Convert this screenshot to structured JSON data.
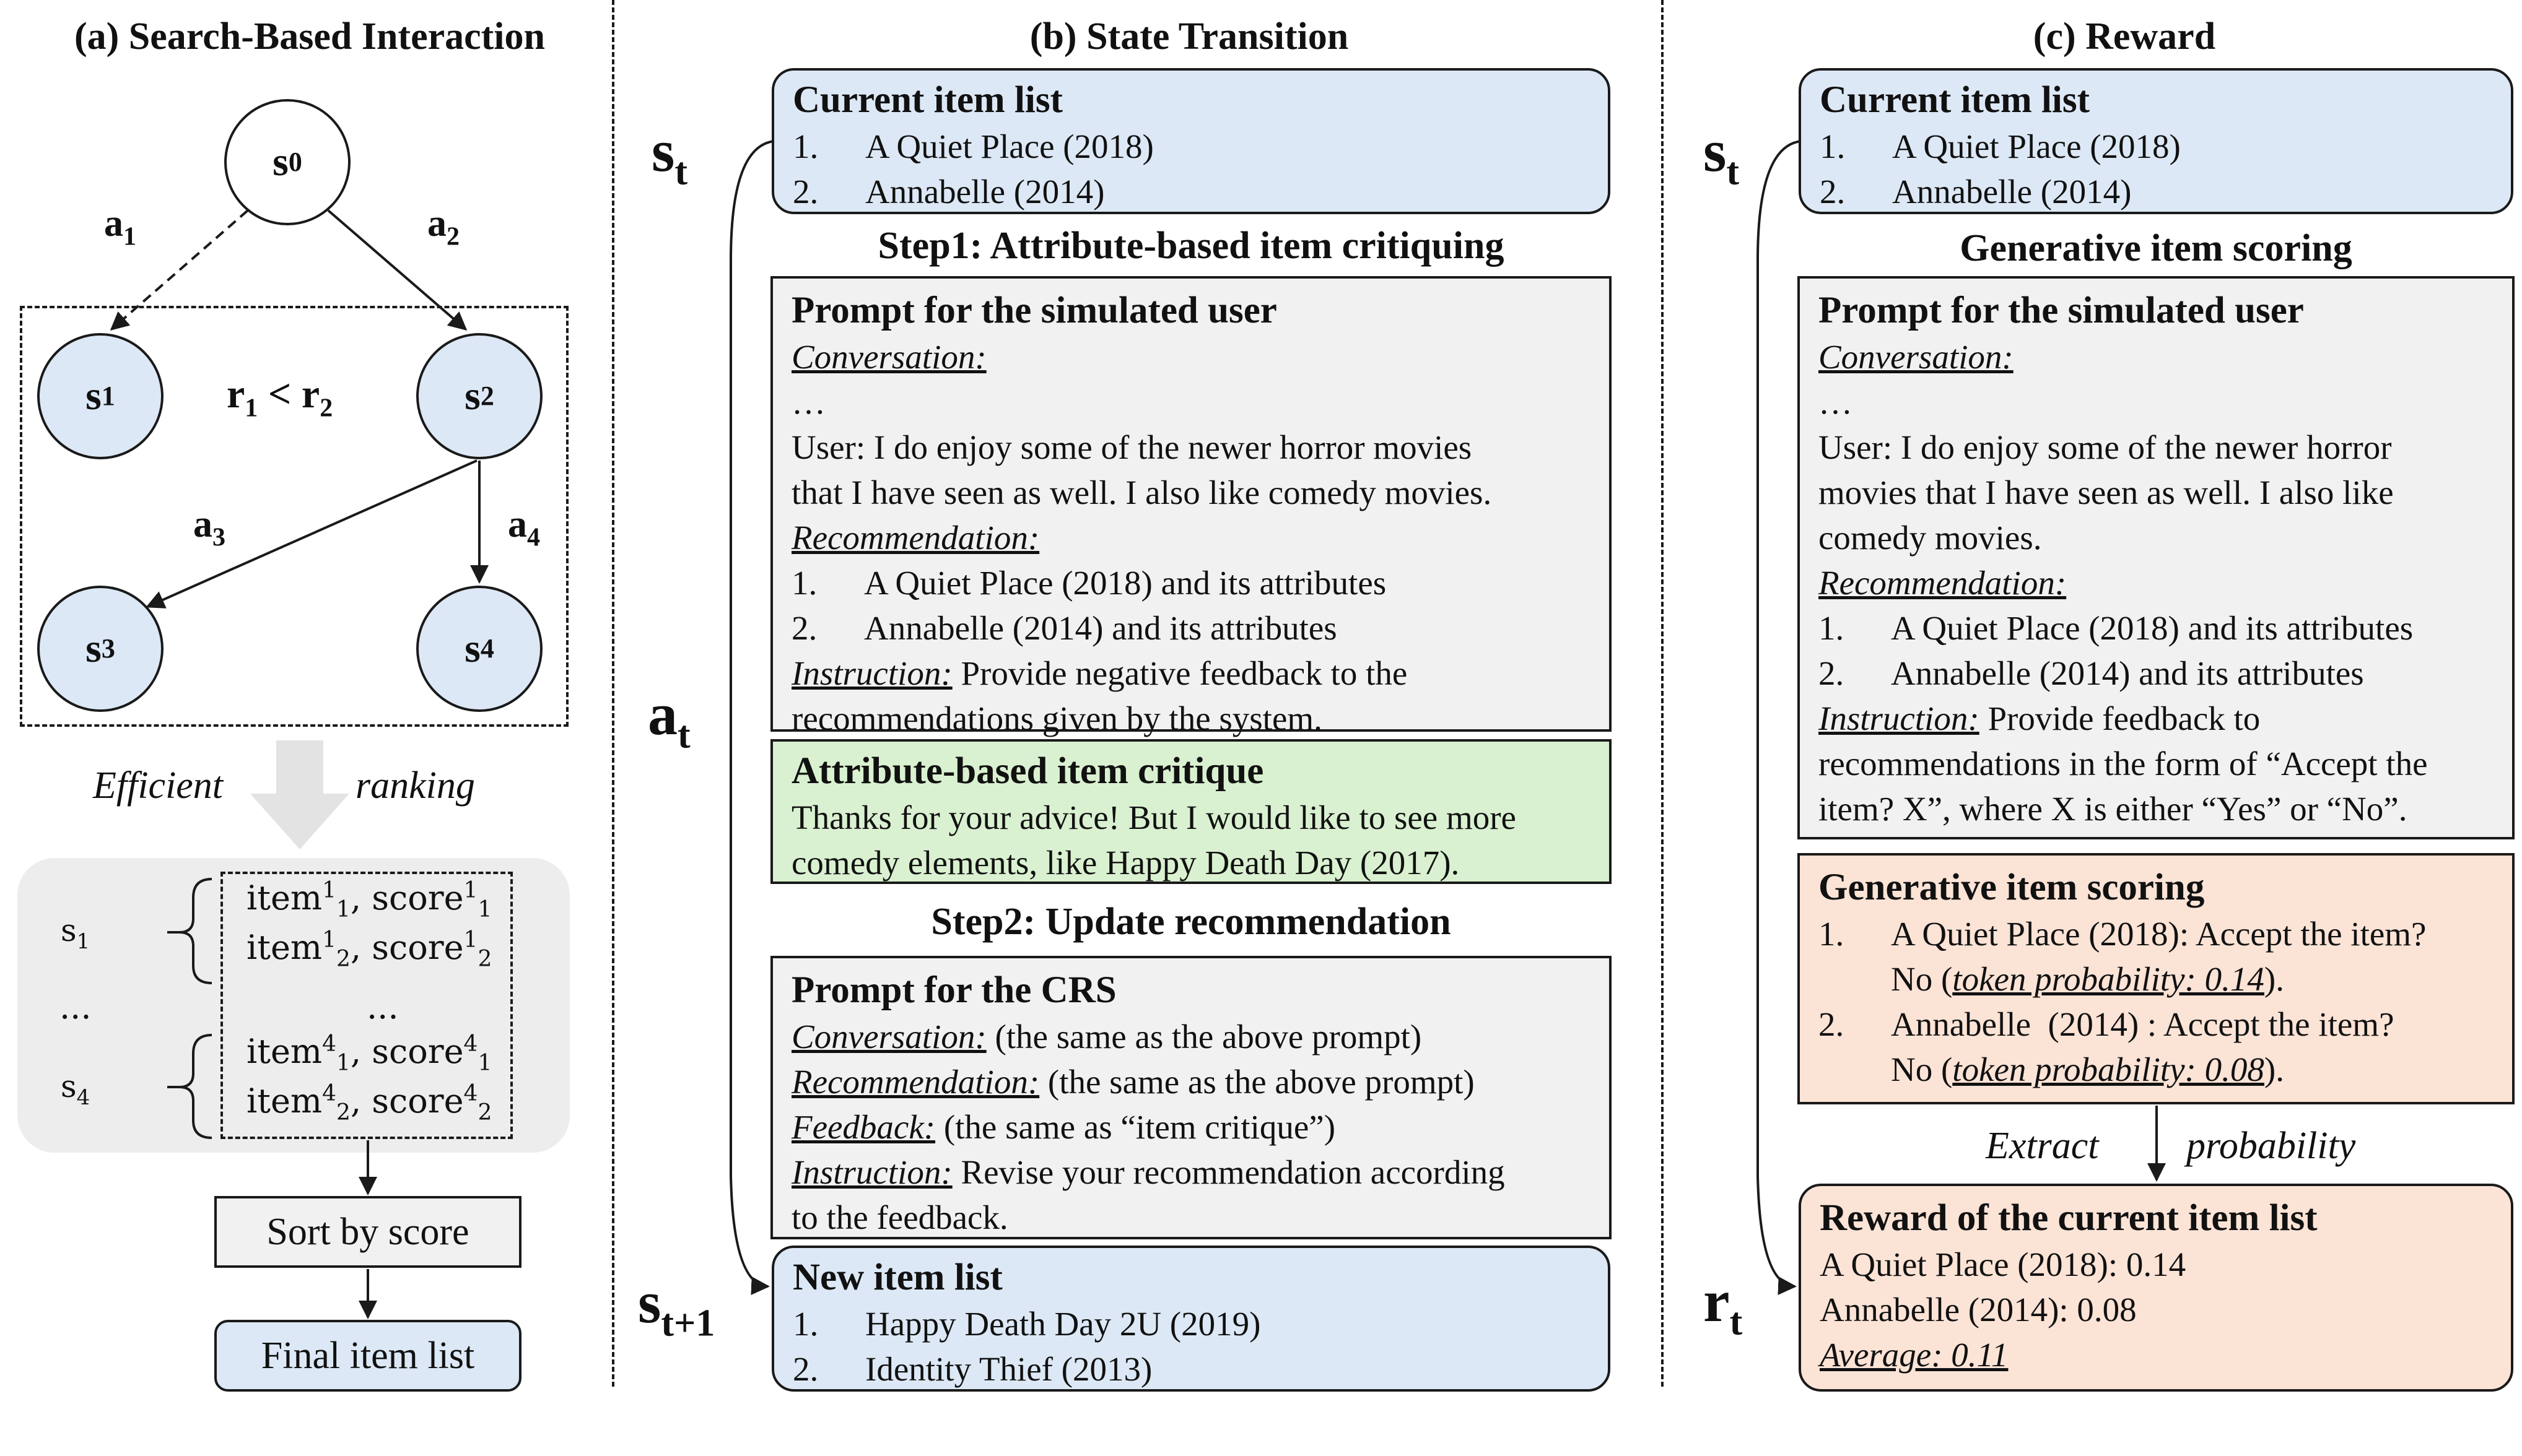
{
  "panel_a": {
    "title": "(a) Search-Based Interaction",
    "nodes": {
      "s0": {
        "base": "s",
        "sub": "0"
      },
      "s1": {
        "base": "s",
        "sub": "1"
      },
      "s2": {
        "base": "s",
        "sub": "2"
      },
      "s3": {
        "base": "s",
        "sub": "3"
      },
      "s4": {
        "base": "s",
        "sub": "4"
      }
    },
    "edges": {
      "a1": {
        "base": "a",
        "sub": "1"
      },
      "a2": {
        "base": "a",
        "sub": "2"
      },
      "a3": {
        "base": "a",
        "sub": "3"
      },
      "a4": {
        "base": "a",
        "sub": "4"
      }
    },
    "reward_compare": {
      "r1": "r",
      "r1_sub": "1",
      "op": " < ",
      "r2": "r",
      "r2_sub": "2"
    },
    "efficient": "Efficient",
    "ranking": "ranking",
    "score_table": {
      "s1_label": {
        "base": "s",
        "sub": "1"
      },
      "s4_label": {
        "base": "s",
        "sub": "4"
      },
      "dots_left": "...",
      "dots_mid": "...",
      "rows": [
        {
          "item": "item",
          "item_sup": "1",
          "item_sub": "1",
          "sep": ", ",
          "score": "score",
          "score_sup": "1",
          "score_sub": "1"
        },
        {
          "item": "item",
          "item_sup": "1",
          "item_sub": "2",
          "sep": ", ",
          "score": "score",
          "score_sup": "1",
          "score_sub": "2"
        },
        {
          "item": "item",
          "item_sup": "4",
          "item_sub": "1",
          "sep": ", ",
          "score": "score",
          "score_sup": "4",
          "score_sub": "1"
        },
        {
          "item": "item",
          "item_sup": "4",
          "item_sub": "2",
          "sep": ", ",
          "score": "score",
          "score_sup": "4",
          "score_sub": "2"
        }
      ]
    },
    "sort_label": "Sort by score",
    "final_label": "Final item list"
  },
  "panel_b": {
    "title": "(b) State Transition",
    "st": {
      "base": "s",
      "sub": "t"
    },
    "at": {
      "base": "a",
      "sub": "t"
    },
    "st1": {
      "base": "s",
      "sub": "t+1"
    },
    "current_list": {
      "title": "Current item list",
      "items": [
        {
          "num": "1.",
          "text": "A Quiet Place (2018)"
        },
        {
          "num": "2.",
          "text": "Annabelle (2014)"
        }
      ]
    },
    "step1": "Step1: Attribute-based item critiquing",
    "prompt_user": {
      "title": "Prompt for the simulated user",
      "conv_label": "Conversation:",
      "ellipsis": "…",
      "user_line1": "User: I do enjoy some of the newer horror movies",
      "user_line2": "that I have seen as well. I also like comedy movies.",
      "rec_label": "Recommendation:",
      "rec_items": [
        {
          "num": "1.",
          "text": "A Quiet Place (2018) and its attributes"
        },
        {
          "num": "2.",
          "text": "Annabelle (2014) and its attributes"
        }
      ],
      "instr_label": "Instruction:",
      "instr_text": " Provide negative feedback to the",
      "instr_line2": "recommendations given by the system."
    },
    "critique": {
      "title": "Attribute-based item critique",
      "line1": "Thanks for your advice! But I would like to see more",
      "line2": "comedy elements, like Happy Death Day (2017)."
    },
    "step2": "Step2: Update recommendation",
    "prompt_crs": {
      "title": "Prompt for the CRS",
      "conv_label": "Conversation:",
      "conv_text": " (the same as the above prompt)",
      "rec_label": "Recommendation:",
      "rec_text": " (the same as the above prompt)",
      "fb_label": "Feedback:",
      "fb_text": " (the same as “item critique”)",
      "instr_label": "Instruction:",
      "instr_text": " Revise your recommendation according",
      "instr_line2": "to the feedback."
    },
    "new_list": {
      "title": "New item list",
      "items": [
        {
          "num": "1.",
          "text": "Happy Death Day 2U (2019)"
        },
        {
          "num": "2.",
          "text": "Identity Thief (2013)"
        }
      ]
    }
  },
  "panel_c": {
    "title": "(c) Reward",
    "st": {
      "base": "s",
      "sub": "t"
    },
    "rt": {
      "base": "r",
      "sub": "t"
    },
    "current_list": {
      "title": "Current item list",
      "items": [
        {
          "num": "1.",
          "text": "A Quiet Place (2018)"
        },
        {
          "num": "2.",
          "text": "Annabelle (2014)"
        }
      ]
    },
    "gen_heading": "Generative item scoring",
    "prompt_user": {
      "title": "Prompt for the simulated user",
      "conv_label": "Conversation:",
      "ellipsis": "…",
      "user_line1": "User: I do enjoy some of the newer horror",
      "user_line2": "movies that I have seen as well. I also like",
      "user_line3": "comedy movies.",
      "rec_label": "Recommendation:",
      "rec_items": [
        {
          "num": "1.",
          "text": "A Quiet Place (2018) and its attributes"
        },
        {
          "num": "2.",
          "text": "Annabelle (2014) and its attributes"
        }
      ],
      "instr_label": "Instruction:",
      "instr_text": " Provide feedback to",
      "instr_line2": "recommendations in the form of “Accept the",
      "instr_line3": "item? X”, where X is either “Yes” or “No”."
    },
    "scoring": {
      "title": "Generative item scoring",
      "items": [
        {
          "num": "1.",
          "line1": "A Quiet Place (2018): Accept the item?",
          "pre": "No (",
          "prob": "token probability: 0.14",
          "post": ")."
        },
        {
          "num": "2.",
          "line1": "Annabelle  (2014) : Accept the item?",
          "pre": "No (",
          "prob": "token probability: 0.08",
          "post": ")."
        }
      ]
    },
    "extract": "Extract",
    "probability": "probability",
    "reward": {
      "title": "Reward of the current item list",
      "line1": "A Quiet Place (2018): 0.14",
      "line2": "Annabelle (2014): 0.08",
      "avg": "Average: 0.11"
    }
  }
}
